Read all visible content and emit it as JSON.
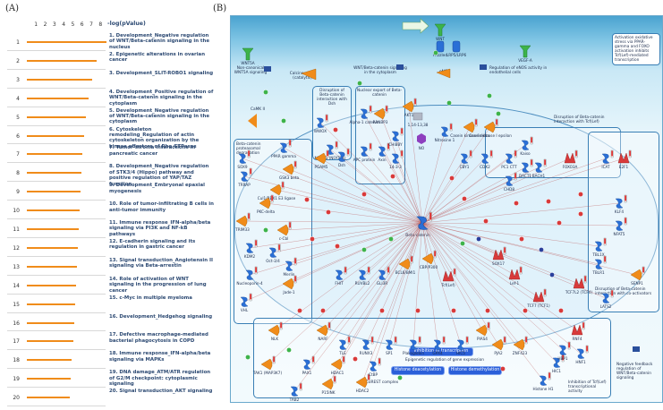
{
  "panel_a": {
    "label": "(A)",
    "axis_title": "-log(pValue)",
    "ticks": [
      "1",
      "2",
      "3",
      "4",
      "5",
      "6",
      "7",
      "8"
    ],
    "colors": {
      "bar": "#f08c1a",
      "text": "#2d4a73"
    },
    "rows": [
      {
        "num": "1",
        "value": 8.6,
        "term": "1. Development_Negative regulation of WNT/Beta-catenin signaling in the nucleus"
      },
      {
        "num": "2",
        "value": 7.6,
        "term": "2. Epigenetic alterations in ovarian cancer"
      },
      {
        "num": "3",
        "value": 7.1,
        "term": "3. Development_SLIT-ROBO1 signaling"
      },
      {
        "num": "4",
        "value": 6.7,
        "term": "4. Development_Positive regulation of WNT/Beta-catenin signaling in the cytoplasm"
      },
      {
        "num": "5",
        "value": 6.4,
        "term": "5. Development_Negative regulation of WNT/Beta-catenin signaling in the cytoplasm"
      },
      {
        "num": "6",
        "value": 6.2,
        "term": "6. Cytoskeleton remodeling_Regulation of actin cytoskeleton organization by the kinase effectors of Rho GTPases"
      },
      {
        "num": "7",
        "value": 6.0,
        "term": "7. Tumor-stroma interactions in pancreatic cancer"
      },
      {
        "num": "8",
        "value": 5.9,
        "term": "8. Development_Negative regulation of STK3/4 (Hippo) pathway and positive regulation of YAP/TAZ function"
      },
      {
        "num": "9",
        "value": 5.8,
        "term": "9. Development_Embryonal epaxial myogenesis"
      },
      {
        "num": "10",
        "value": 5.7,
        "term": "10. Role of tumor-infiltrating B cells in anti-tumor immunity"
      },
      {
        "num": "11",
        "value": 5.6,
        "term": "11. Immune response_IFN-alpha/beta signaling via PI3K and NF-kB pathways"
      },
      {
        "num": "12",
        "value": 5.5,
        "term": "12. E-cadherin signaling and its regulation in gastric cancer"
      },
      {
        "num": "13",
        "value": 5.4,
        "term": "13. Signal transduction_Angiotensin II signaling via Beta-arrestin"
      },
      {
        "num": "14",
        "value": 5.3,
        "term": "14. Role of activation of WNT signaling in the progression of lung cancer"
      },
      {
        "num": "15",
        "value": 5.2,
        "term": "15. c-Myc in multiple myeloma"
      },
      {
        "num": "16",
        "value": 5.1,
        "term": "16. Development_Hedgehog signaling"
      },
      {
        "num": "17",
        "value": 5.0,
        "term": "17. Defective macrophage-mediated bacterial phagocytosis in COPD"
      },
      {
        "num": "18",
        "value": 4.9,
        "term": "18. Immune response_IFN-alpha/beta signaling via MAPKs"
      },
      {
        "num": "19",
        "value": 4.8,
        "term": "19. DNA damage_ATM/ATR regulation of G2/M checkpoint: cytoplasmic signaling"
      },
      {
        "num": "20",
        "value": 4.7,
        "term": "20. Signal transduction_AKT signaling"
      }
    ]
  },
  "panel_b": {
    "label": "(B)",
    "colors": {
      "map_top": "#4aa3d0",
      "box": "#3a7fb5",
      "chip": "#2b5fd9",
      "protein": "#2a6fd6",
      "enzyme": "#f08c1a",
      "tf": "#d93a3a",
      "flag": "#e02020",
      "green": "#3db34a"
    },
    "ligands": [
      "WNT5A",
      "WNT",
      "VEGF-A"
    ],
    "receptors": [
      "Frizzled",
      "LRP5/LRP6"
    ],
    "note_top_right": "Activation oxidative stress via PPAR-gamma and FOXO activation inhibits Tcf(Lef)-mediated transcription",
    "labels": {
      "noncanonical": "Non-canonical WNT5A signaling",
      "calcineurin": "Calcineurin A (catalytic)",
      "wnt_cytoplasm": "WNT/Beta-catenin signaling in the cytoplasm",
      "enos": "eNOS",
      "regulation_enos": "Regulation of eNOS activity in endothelial cells",
      "camk": "CaMK II",
      "disruption_dsh": "Disruption of Beta-catenin interaction with Dsh",
      "nuclear_export": "Nuclear export of Beta-catenin",
      "disruption_tcf": "Disruption of Beta-catenin interaction with Tcf(Lef)",
      "proteasomal": "Beta-catenin proteasomal degradation",
      "disruption_coact": "Disruption of Beta-catenin interaction with co-activators",
      "inhibition_tcf": "Inhibition of Tcf(Lef) transcriptional activity",
      "negative_feedback": "Negative feedback regulation of WNT/Beta-catenin signaling",
      "epigenetic": "Epigenetic regulation of gene expression",
      "beta_catenin": "Beta-catenin",
      "corest": "CoREST complex"
    },
    "chips": [
      "Inhibition of transcription",
      "Histone deacetylation",
      "Histone demethylation"
    ],
    "genes": {
      "wwox": "WWOX",
      "pgam5": "PGAM5",
      "nfat3": "NF-AT3 (NFATC4)",
      "dsh": "Dsh",
      "alpha1": "Alpha-1 catenin",
      "ranbp3": "RANBP3",
      "apc": "APC protein",
      "axin": "Axin",
      "chibby": "CHIBBY",
      "p1433": "14-3-3",
      "akt1": "AKT1",
      "p11433": "1,14-13,38",
      "no": "NO",
      "nitrosi": "Nitrosine 1",
      "casein_d": "Casein kinase I delta",
      "casein_e": "Casein kinase I epsilon",
      "cby1": "CBY1",
      "cdx2": "CDX2",
      "pc1": "PC1 CTT",
      "kaiso": "Kaiso",
      "dact1": "DACT1",
      "chd8": "CHD8",
      "bach1": "BACH1",
      "foxo3a": "FOXO3A",
      "icat": "ICAT",
      "e2f1": "E2F1",
      "ppar": "PPAR gamma",
      "gsk3b": "GSK3 beta",
      "sox9": "SOX9",
      "trrap": "TRRAP",
      "cul1": "Cul1/RBX1 E3 ligase",
      "pkcd": "PKC-delta",
      "trim33": "TRIM33",
      "cdx": "c-Cbl",
      "kdm2": "KDM2",
      "oct34": "Oct-3/4",
      "merlin": "Merlin",
      "nucleo": "Nucleoporin-4",
      "jade1": "Jade-1",
      "vhl": "VHL",
      "fhit": "FHIT",
      "ruvbl2": "RUVBL2",
      "gli3r": "GLI3R",
      "bcl": "BCL6/BMI1",
      "cbp": "CBP/P300",
      "tcflef": "Tcf(Lef)",
      "sox17": "SOX17",
      "lef1": "Lef-1",
      "klf4": "KLF4",
      "nfat5": "NFAT5",
      "tbl1x": "TBL1X",
      "tblr1": "TBLR1",
      "senp1": "SENP1",
      "tcf7l2": "TCF7L2 (TCF4)",
      "tcf7": "TCF7 (TCF1)",
      "lats2": "LATS2",
      "nlk": "NLK",
      "narf": "NARF",
      "tle": "TLE",
      "runx3": "RUNX3",
      "sp1": "SP1",
      "plakoglobin": "Plakoglobin",
      "gpx4": "GPX4",
      "hic5": "HIC5",
      "pias": "PIAS4",
      "pja2": "PJA2",
      "znf423": "ZNF423",
      "rnf4": "RNF4",
      "tak1": "TAK1 (MAP3K7)",
      "pax1": "PAX1",
      "hdac1": "HDAC1",
      "hdac2": "HDAC2",
      "p15": "P15INK",
      "cbp2": "CtBP",
      "tab2": "TAB2",
      "histone": "Histone H1",
      "hic1": "HIC1",
      "hbp1": "HBP1",
      "hnf1": "HNF1"
    }
  }
}
